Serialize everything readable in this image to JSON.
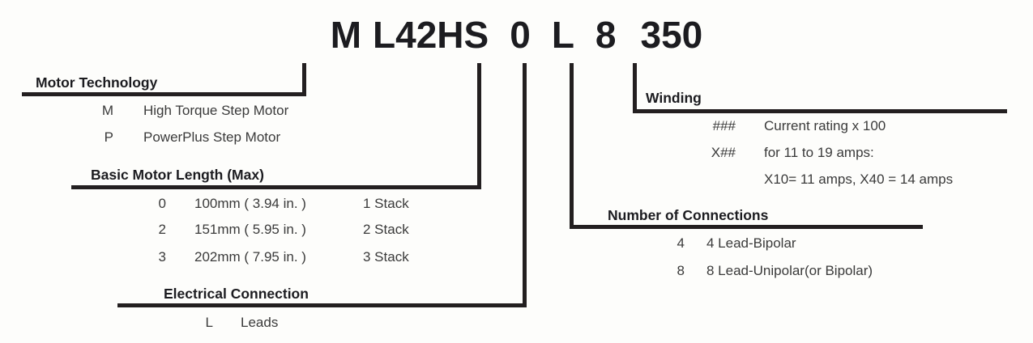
{
  "part_number": {
    "label": "M L42HS 0 L 8 350",
    "segments": [
      {
        "text": "M",
        "name": "motor-technology"
      },
      {
        "text": "L42HS",
        "name": "frame-size"
      },
      {
        "text": "0",
        "name": "basic-motor-length"
      },
      {
        "text": "L",
        "name": "electrical-connection"
      },
      {
        "text": "8",
        "name": "number-of-connections"
      },
      {
        "text": "350",
        "name": "winding"
      }
    ]
  },
  "sections": {
    "motor_technology": {
      "title": "Motor Technology",
      "options": [
        {
          "code": "M",
          "desc": "High Torque Step Motor"
        },
        {
          "code": "P",
          "desc": "PowerPlus Step Motor"
        }
      ]
    },
    "basic_motor_length": {
      "title": "Basic Motor Length (Max)",
      "options": [
        {
          "code": "0",
          "desc": "100mm ( 3.94 in. )",
          "extra": "1 Stack"
        },
        {
          "code": "2",
          "desc": "151mm ( 5.95 in. )",
          "extra": "2 Stack"
        },
        {
          "code": "3",
          "desc": "202mm ( 7.95 in. )",
          "extra": "3 Stack"
        }
      ]
    },
    "electrical_connection": {
      "title": "Electrical Connection",
      "options": [
        {
          "code": "L",
          "desc": "Leads"
        }
      ]
    },
    "winding": {
      "title": "Winding",
      "options": [
        {
          "code": "###",
          "desc": "Current rating x 100"
        },
        {
          "code": "X##",
          "desc": "for 11 to 19 amps:"
        },
        {
          "code": "",
          "desc": "X10= 11 amps, X40 = 14 amps"
        }
      ]
    },
    "number_of_connections": {
      "title": "Number of Connections",
      "options": [
        {
          "code": "4",
          "desc": "4 Lead-Bipolar"
        },
        {
          "code": "8",
          "desc": "8 Lead-Unipolar(or Bipolar)"
        }
      ]
    }
  },
  "colors": {
    "rule": "#231f20",
    "heading_text": "#1c1c20",
    "body_text": "#3a3a3a",
    "background": "#fdfdfb"
  }
}
